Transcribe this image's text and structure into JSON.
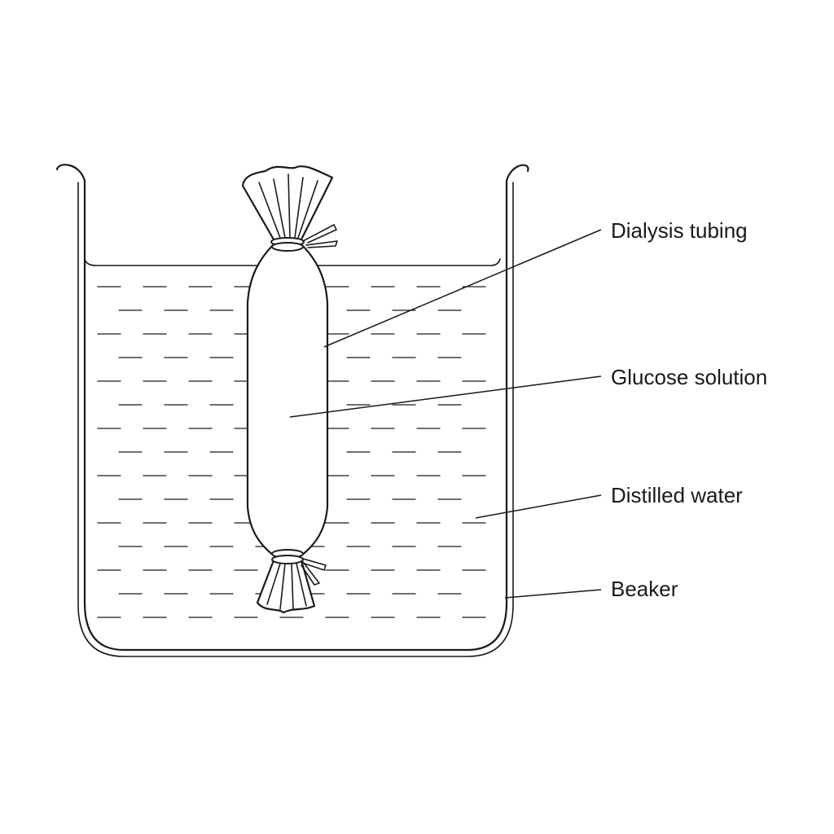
{
  "labels": {
    "dialysis_tubing": "Dialysis tubing",
    "glucose_solution": "Glucose solution",
    "distilled_water": "Distilled water",
    "beaker": "Beaker"
  },
  "colors": {
    "line": "#1a1a1a",
    "background": "#ffffff"
  }
}
